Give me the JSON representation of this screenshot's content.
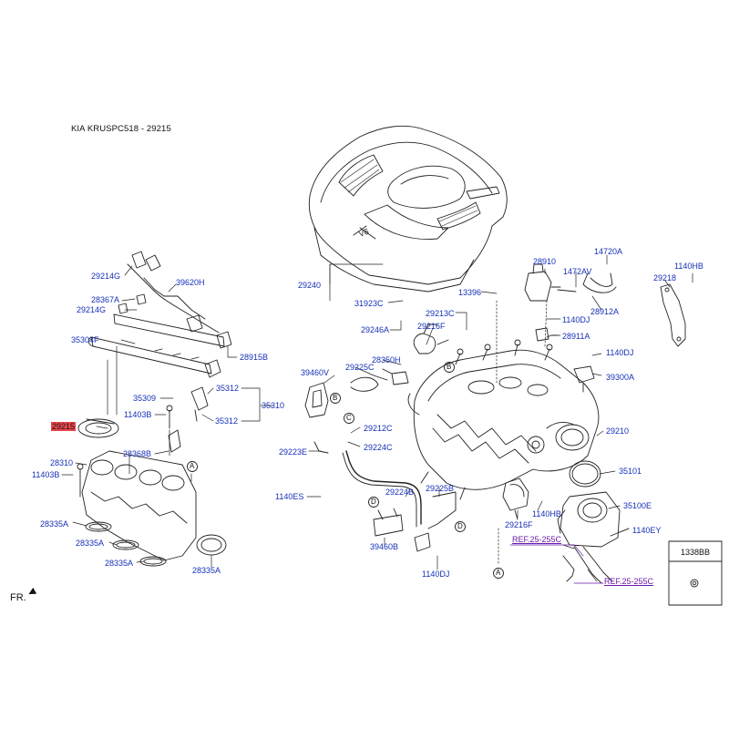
{
  "header": "KIA KRUSPC518 - 29215",
  "front_marker": "FR.",
  "callouts": {
    "c29240": "29240",
    "c31923C": "31923C",
    "c13396": "13396",
    "c29213C": "29213C",
    "c29246A": "29246A",
    "c29216F_top": "29216F",
    "c28350H": "28350H",
    "c39460V": "39460V",
    "c29225C": "29225C",
    "c29212C": "29212C",
    "c29224C": "29224C",
    "c29223E": "29223E",
    "c29224B": "29224B",
    "c29225B": "29225B",
    "c1140ES": "1140ES",
    "c39460B": "39460B",
    "c1140DJ_bot": "1140DJ",
    "c29216F_bot": "29216F",
    "c1140HB_mid": "1140HB",
    "c29210": "29210",
    "c35101": "35101",
    "c35100E": "35100E",
    "c1140EY": "1140EY",
    "c28910": "28910",
    "c14720A": "14720A",
    "c1472AV": "1472AV",
    "c1140HB_top": "1140HB",
    "c29218": "29218",
    "c28912A": "28912A",
    "c1140DJ_a": "1140DJ",
    "c28911A": "28911A",
    "c1140DJ_b": "1140DJ",
    "c39300A": "39300A",
    "c29214G_a": "29214G",
    "c39620H": "39620H",
    "c28367A": "28367A",
    "c29214G_b": "29214G",
    "c35304F": "35304F",
    "c28915B": "28915B",
    "c35312_a": "35312",
    "c35310": "35310",
    "c35309": "35309",
    "c11403B_a": "11403B",
    "c35312_b": "35312",
    "c29215": "29215",
    "c28368B": "28368B",
    "c28310": "28310",
    "c11403B_b": "11403B",
    "c28335A_1": "28335A",
    "c28335A_2": "28335A",
    "c28335A_3": "28335A",
    "c28335A_4": "28335A",
    "ref_1": "REF.25-255C",
    "ref_2": "REF.25-255C",
    "box_part": "1338BB"
  },
  "markers": {
    "A": "A",
    "B": "B",
    "C": "C",
    "D": "D"
  },
  "colors": {
    "callout_text": "#1630b8",
    "highlight": "#e8434c",
    "reference_link": "#6a1aa8",
    "line_art": "#222222"
  }
}
